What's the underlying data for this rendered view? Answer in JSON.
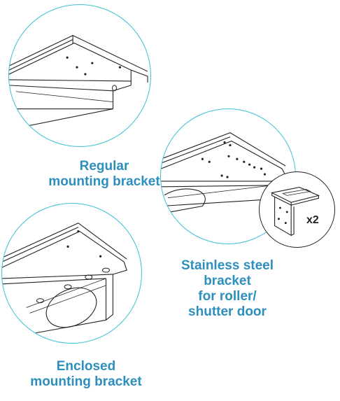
{
  "items": [
    {
      "id": "regular",
      "label_line1": "Regular",
      "label_line2": "mounting bracket"
    },
    {
      "id": "enclosed",
      "label_line1": "Enclosed",
      "label_line2": "mounting bracket"
    },
    {
      "id": "stainless",
      "label_lines": [
        "Stainless steel",
        "bracket",
        "for roller/",
        "shutter door"
      ]
    }
  ],
  "quantity_badge": "x2",
  "colors": {
    "accent": "#3dc0d2",
    "label": "#2d8fbd",
    "line": "#222222"
  }
}
